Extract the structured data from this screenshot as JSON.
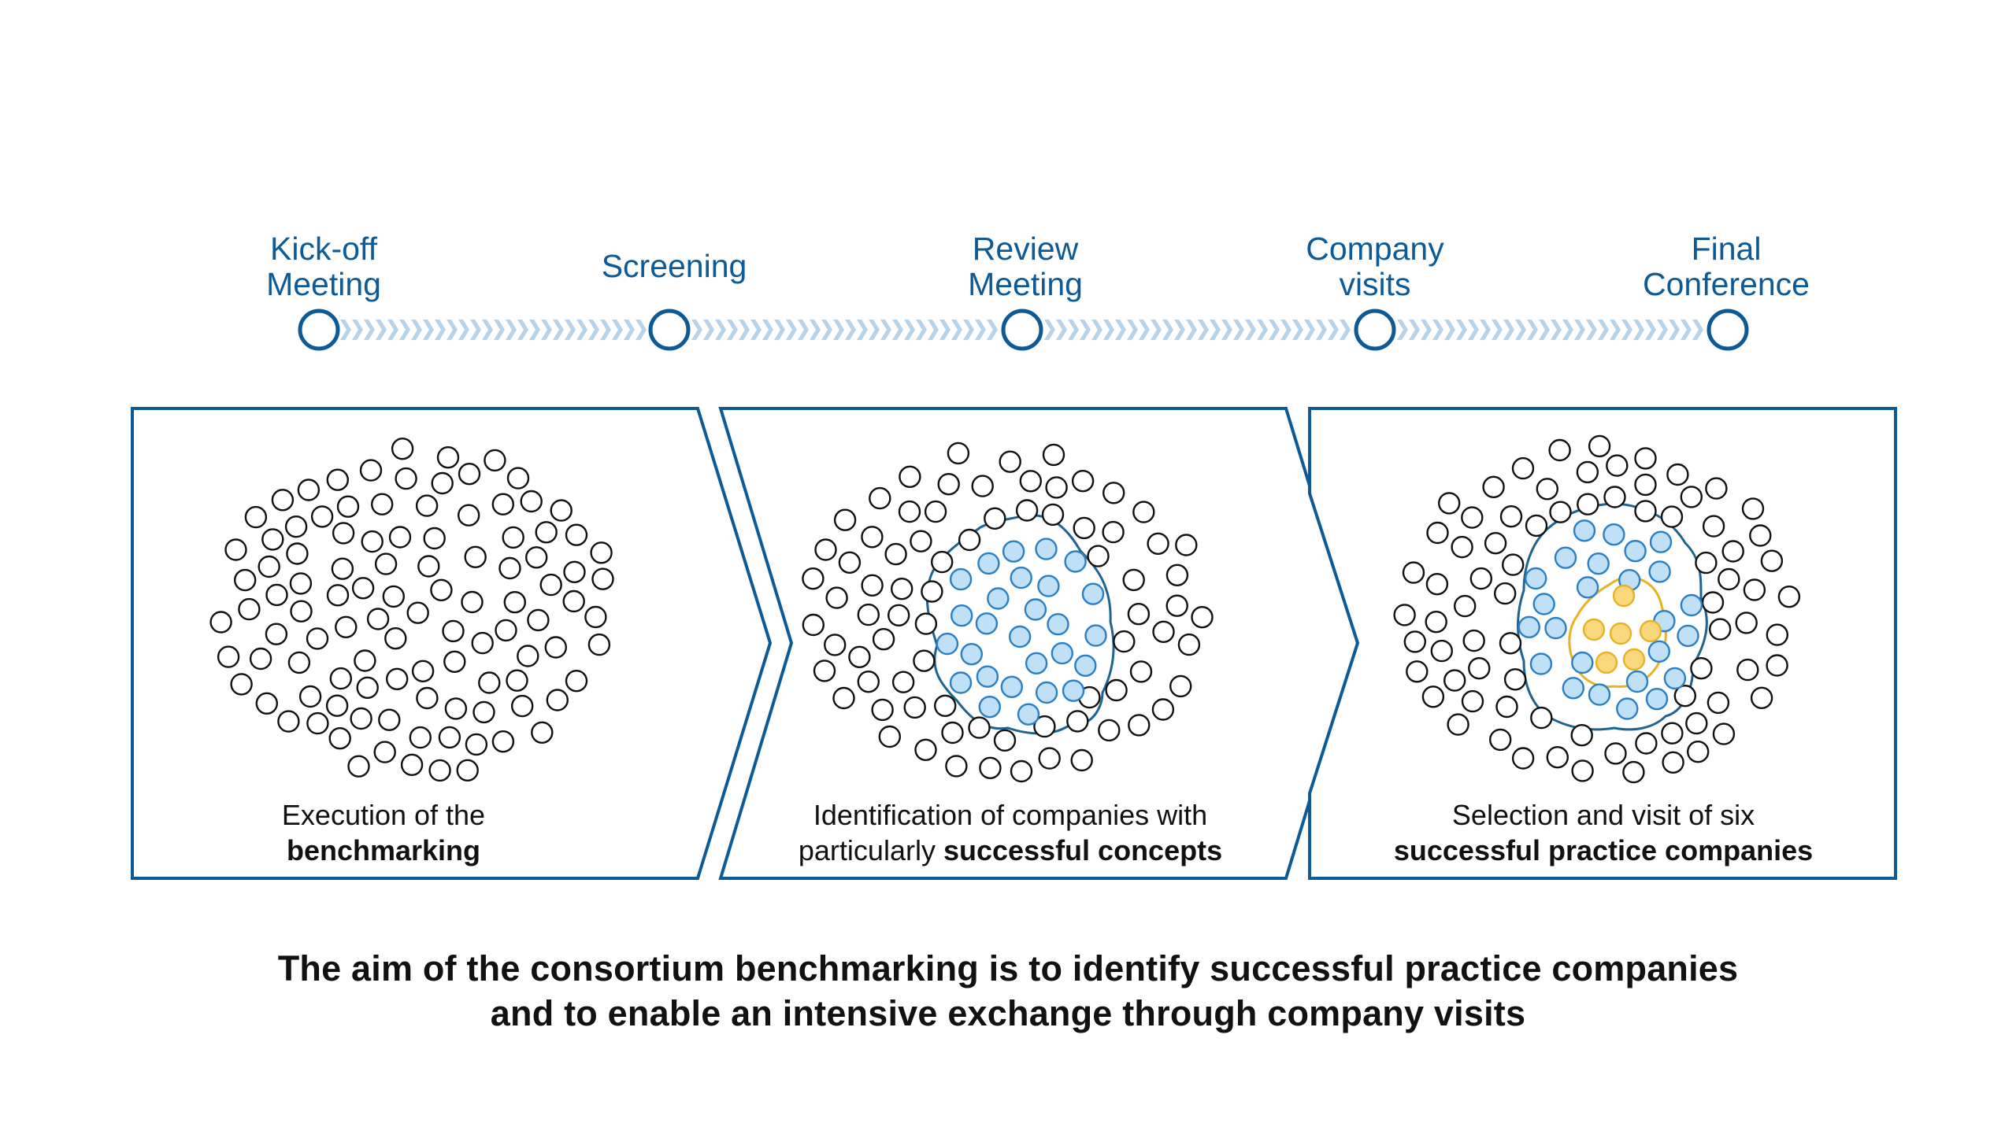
{
  "timeline": {
    "steps": [
      {
        "label_line1": "Kick-off",
        "label_line2": "Meeting"
      },
      {
        "label_line1": "",
        "label_line2": "Screening"
      },
      {
        "label_line1": "Review",
        "label_line2": "Meeting"
      },
      {
        "label_line1": "Company",
        "label_line2": "visits"
      },
      {
        "label_line1": "Final",
        "label_line2": "Conference"
      }
    ]
  },
  "panels": [
    {
      "caption_line1": "Execution of the",
      "caption_bold": "benchmarking",
      "caption_prefix": ""
    },
    {
      "caption_line1": "Identification of companies with",
      "caption_prefix": "particularly ",
      "caption_bold": "successful concepts"
    },
    {
      "caption_line1": "Selection and visit of six",
      "caption_prefix": "",
      "caption_bold": "successful practice companies"
    }
  ],
  "aim": {
    "line1": "The aim of the consortium benchmarking is to identify successful practice companies",
    "line2": "and to enable an intensive exchange through company visits"
  },
  "colors": {
    "primary_blue": "#0e5a96",
    "arrow_light_blue": "#b7d3ea",
    "highlight_blue_fill": "#bfe0f7",
    "highlight_blue_stroke": "#2b7fc4",
    "highlight_yellow_fill": "#f9d77c",
    "highlight_yellow_stroke": "#e6b324",
    "circle_stroke": "#111111"
  }
}
